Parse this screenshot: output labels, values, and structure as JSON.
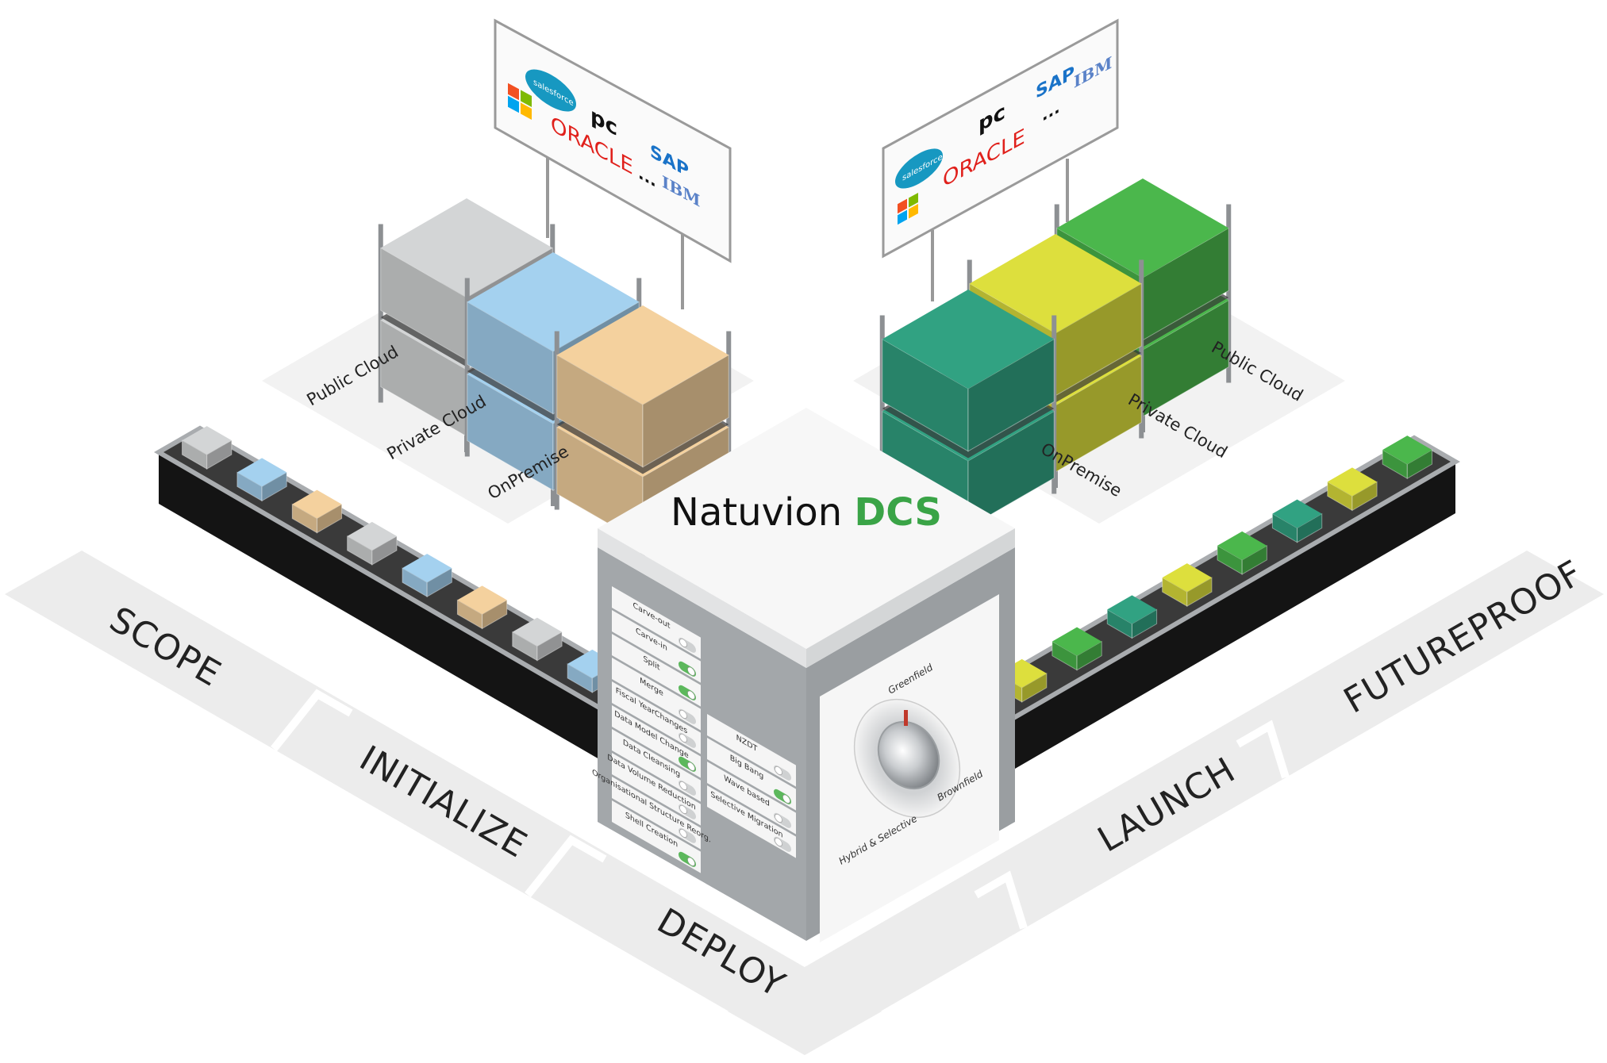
{
  "title": {
    "brand": "Natuvion",
    "product": "DCS"
  },
  "colors": {
    "accent_green": "#3aa447",
    "floor": "#ececec",
    "box_gray": "#a4a7aa",
    "box_dark": "#8f9396",
    "box_light": "#dcdedf",
    "toggle_on": "#5cb85c",
    "toggle_off": "#cfd1d2",
    "left_stacks": [
      "#c9cbcc",
      "#9cc7e4",
      "#e8c796"
    ],
    "right_stacks": [
      "#2f9a7c",
      "#d2d43a",
      "#47ae48"
    ]
  },
  "phases": [
    "SCOPE",
    "INITIALIZE",
    "DEPLOY",
    "LAUNCH",
    "FUTUREPROOF"
  ],
  "left_sources": {
    "logos": [
      "salesforce",
      "pc",
      "ORACLE",
      "SAP",
      "IBM",
      "..."
    ],
    "tiers": [
      "Public Cloud",
      "Private Cloud",
      "OnPremise"
    ]
  },
  "right_targets": {
    "logos": [
      "salesforce",
      "pc",
      "ORACLE",
      "SAP",
      "IBM",
      "..."
    ],
    "tiers": [
      "OnPremise",
      "Private Cloud",
      "Public Cloud"
    ]
  },
  "scenarios": [
    {
      "label": "Carve-out",
      "on": false
    },
    {
      "label": "Carve-in",
      "on": true
    },
    {
      "label": "Split",
      "on": true
    },
    {
      "label": "Merge",
      "on": false
    },
    {
      "label": "Fiscal YearChanges",
      "on": false
    },
    {
      "label": "Data Model Change",
      "on": true
    },
    {
      "label": "Data Cleansing",
      "on": false
    },
    {
      "label": "Data Volume Reduction",
      "on": false
    },
    {
      "label": "Organisational Structure Reorg.",
      "on": false
    },
    {
      "label": "Shell Creation",
      "on": true
    }
  ],
  "migration_modes": [
    {
      "label": "NZDT",
      "on": false
    },
    {
      "label": "Big Bang",
      "on": true
    },
    {
      "label": "Wave based",
      "on": false
    },
    {
      "label": "Selective Migration",
      "on": false
    }
  ],
  "dial": {
    "options": [
      "Greenfield",
      "Brownfield",
      "Hybrid & Selective"
    ],
    "selected": "Greenfield"
  }
}
